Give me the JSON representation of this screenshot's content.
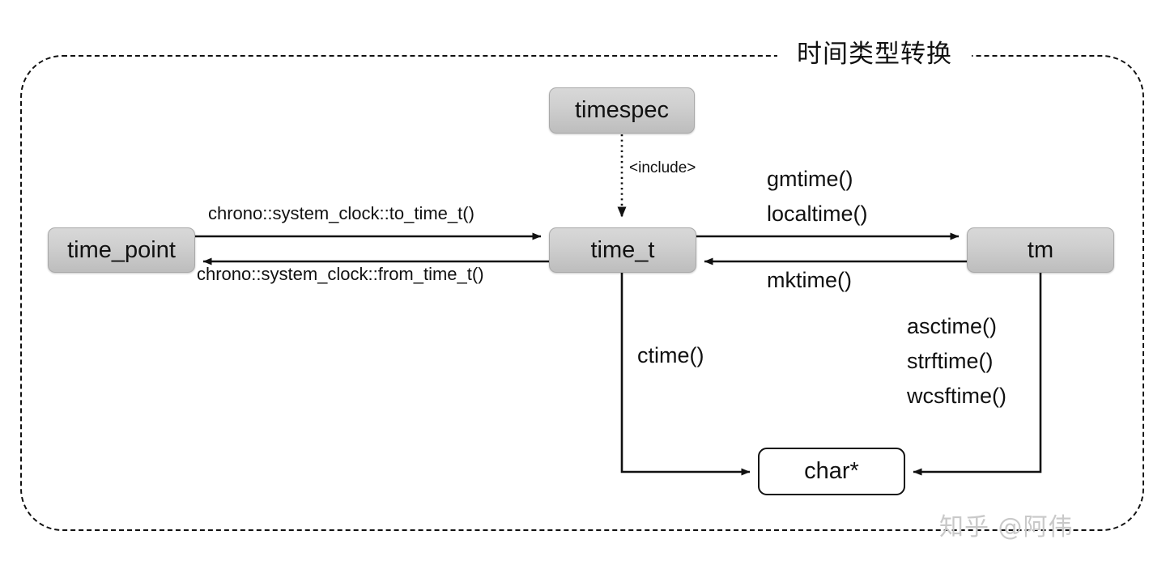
{
  "diagram": {
    "title": "时间类型转换",
    "watermark": "知乎 @阿伟",
    "nodes": [
      {
        "id": "time_point",
        "label": "time_point",
        "style": "gray"
      },
      {
        "id": "time_t",
        "label": "time_t",
        "style": "gray"
      },
      {
        "id": "tm",
        "label": "tm",
        "style": "gray"
      },
      {
        "id": "timespec",
        "label": "timespec",
        "style": "gray"
      },
      {
        "id": "char_ptr",
        "label": "char*",
        "style": "white"
      }
    ],
    "edges": [
      {
        "from": "time_point",
        "to": "time_t",
        "label": "chrono::system_clock::to_time_t()",
        "line": "solid"
      },
      {
        "from": "time_t",
        "to": "time_point",
        "label": "chrono::system_clock::from_time_t()",
        "line": "solid"
      },
      {
        "from": "timespec",
        "to": "time_t",
        "label": "<include>",
        "line": "dotted"
      },
      {
        "from": "time_t",
        "to": "tm",
        "label": "gmtime()\nlocaltime()",
        "line": "solid"
      },
      {
        "from": "tm",
        "to": "time_t",
        "label": "mktime()",
        "line": "solid"
      },
      {
        "from": "time_t",
        "to": "char_ptr",
        "label": "ctime()",
        "line": "solid"
      },
      {
        "from": "tm",
        "to": "char_ptr",
        "label": "asctime()\nstrftime()\nwcsftime()",
        "line": "solid"
      }
    ],
    "labels": {
      "to_time_t": "chrono::system_clock::to_time_t()",
      "from_time_t": "chrono::system_clock::from_time_t()",
      "include": "<include>",
      "gmtime": "gmtime()",
      "localtime": "localtime()",
      "mktime": "mktime()",
      "ctime": "ctime()",
      "asctime": "asctime()",
      "strftime": "strftime()",
      "wcsftime": "wcsftime()"
    },
    "colors": {
      "node_fill": "#cfcfcf",
      "node_border": "#a9a9a9",
      "line": "#111111",
      "frame": "#111111",
      "watermark": "#c9c9c9",
      "background": "#ffffff"
    }
  }
}
